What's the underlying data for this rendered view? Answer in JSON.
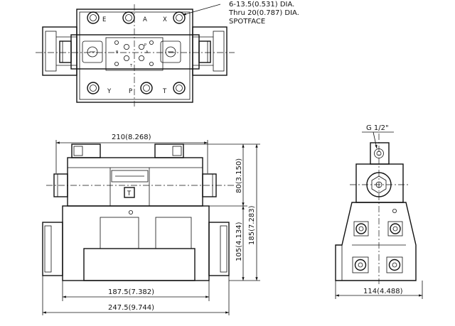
{
  "note": {
    "line1": "6-13.5(0.531) DIA.",
    "line2": "Thru 20(0.787) DIA.",
    "line3": "SPOTFACE"
  },
  "top_view": {
    "port_labels_top": [
      "E",
      "A",
      "X"
    ],
    "port_labels_bottom": [
      "Y",
      "P",
      "T"
    ],
    "pilot_labels": [
      "B",
      "P",
      "A",
      "T"
    ]
  },
  "front_view": {
    "dim_width_top": "210(8.268)",
    "dim_height_upper": "80(3.150)",
    "dim_height_total": "185(7.283)",
    "dim_height_lower": "105(4.134)",
    "dim_width_mid": "187.5(7.382)",
    "dim_width_bottom": "247.5(9.744)",
    "plate_label": "T"
  },
  "side_view": {
    "thread_label": "G 1/2\"",
    "dim_width": "114(4.488)"
  }
}
